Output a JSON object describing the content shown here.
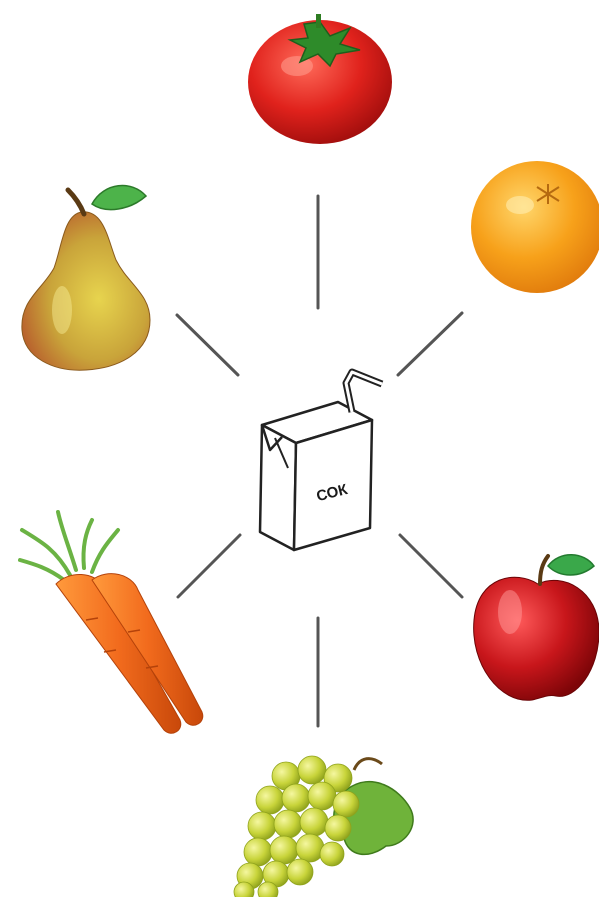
{
  "carton": {
    "label": "СОК",
    "icon": "juice-box-icon"
  },
  "items": [
    {
      "id": "tomato",
      "icon": "tomato-icon",
      "color": "#e0221c"
    },
    {
      "id": "orange",
      "icon": "orange-icon",
      "color": "#f7a11a"
    },
    {
      "id": "apple",
      "icon": "apple-icon",
      "color": "#c8161b"
    },
    {
      "id": "grapes",
      "icon": "grapes-icon",
      "color": "#c8d43a"
    },
    {
      "id": "carrot",
      "icon": "carrot-icon",
      "color": "#f26b1d"
    },
    {
      "id": "pear",
      "icon": "pear-icon",
      "color": "#c9b23a"
    }
  ]
}
